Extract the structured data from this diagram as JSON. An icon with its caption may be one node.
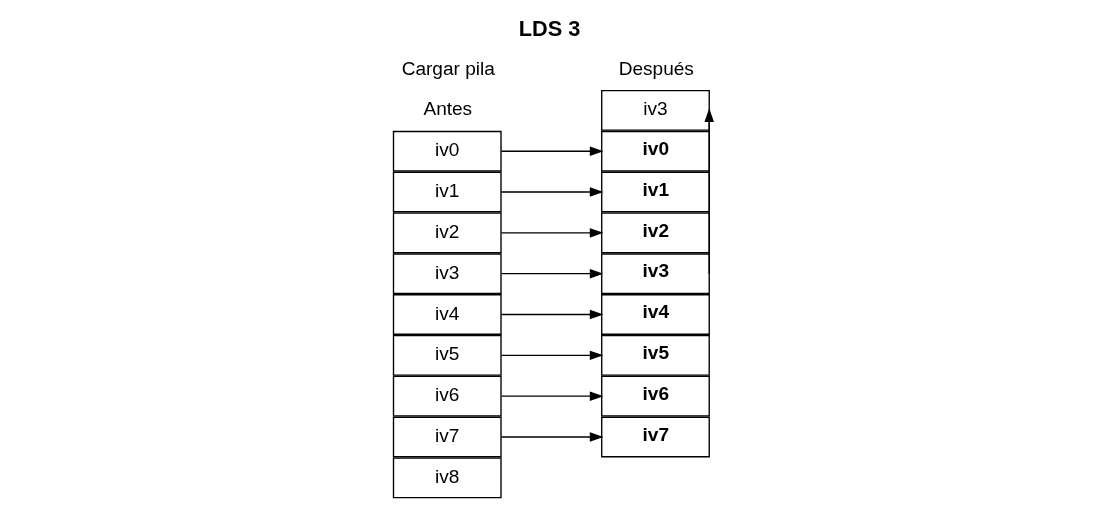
{
  "diagram": {
    "title": "LDS 3",
    "nodes": [
      {
        "text": [
          "iv0"
        ]
      },
      {
        "text": [
          "iv1"
        ]
      },
      {
        "text": [
          "iv2"
        ]
      },
      {
        "text": [
          "iv3"
        ]
      },
      {
        "text": [
          "iv4"
        ]
      },
      {
        "text": [
          "iv5"
        ]
      },
      {
        "text": [
          "iv6"
        ]
      },
      {
        "text": [
          "iv7"
        ]
      },
      {
        "text": [
          "iv8"
        ]
      },
      {
        "text": [
          "iv3"
        ]
      },
      {
        "text": [
          "iv0"
        ]
      },
      {
        "text": [
          "iv1"
        ]
      },
      {
        "text": [
          "iv2"
        ]
      },
      {
        "text": [
          "iv3"
        ]
      },
      {
        "text": [
          "iv4"
        ]
      },
      {
        "text": [
          "iv5"
        ]
      },
      {
        "text": [
          "iv6"
        ]
      },
      {
        "text": [
          "iv7"
        ]
      }
    ],
    "edges": [
      {
        "from": 0,
        "to": 10,
        "arrow": "to"
      },
      {
        "from": 1,
        "to": 11,
        "arrow": "to"
      },
      {
        "from": 2,
        "to": 12,
        "arrow": "to"
      },
      {
        "from": 3,
        "to": 13,
        "arrow": "to"
      },
      {
        "from": 4,
        "to": 14,
        "arrow": "to"
      },
      {
        "from": 5,
        "to": 15,
        "arrow": "to"
      },
      {
        "from": 6,
        "to": 16,
        "arrow": "to"
      },
      {
        "from": 7,
        "to": 17,
        "arrow": "to"
      },
      {
        "from": 13,
        "to": 9,
        "arrow": "to"
      }
    ],
    "labels": [
      "Cargar pila",
      "Antes",
      "Después"
    ]
  }
}
